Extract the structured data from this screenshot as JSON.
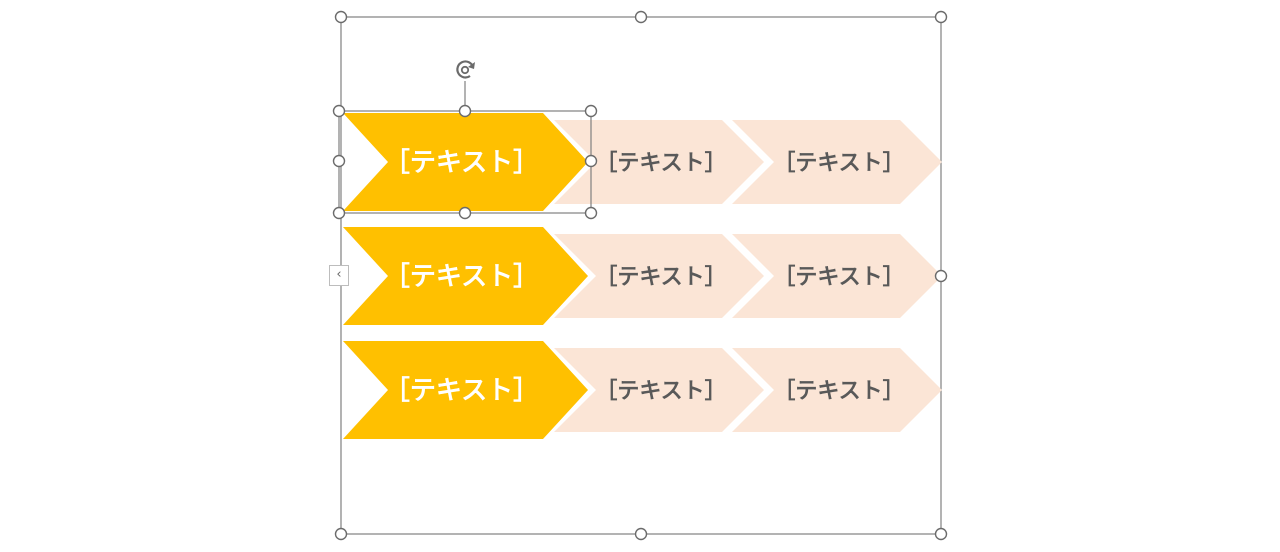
{
  "smartart": {
    "rows": [
      {
        "main": {
          "text": "［テキスト］",
          "color": "#FFC000"
        },
        "steps": [
          {
            "text": "［テキスト］",
            "color": "#FBE5D6"
          },
          {
            "text": "［テキスト］",
            "color": "#FBE5D6"
          }
        ]
      },
      {
        "main": {
          "text": "［テキスト］",
          "color": "#FFC000"
        },
        "steps": [
          {
            "text": "［テキスト］",
            "color": "#FBE5D6"
          },
          {
            "text": "［テキスト］",
            "color": "#FBE5D6"
          }
        ]
      },
      {
        "main": {
          "text": "［テキスト］",
          "color": "#FFC000"
        },
        "steps": [
          {
            "text": "［テキスト］",
            "color": "#FBE5D6"
          },
          {
            "text": "［テキスト］",
            "color": "#FBE5D6"
          }
        ]
      }
    ],
    "main_text_color": "#FFFFFF",
    "step_text_color": "#595959",
    "selection_color": "#808080",
    "rotate_icon": "rotate-icon",
    "expand_icon": "chevron-left-icon",
    "expand_glyph": "‹"
  }
}
